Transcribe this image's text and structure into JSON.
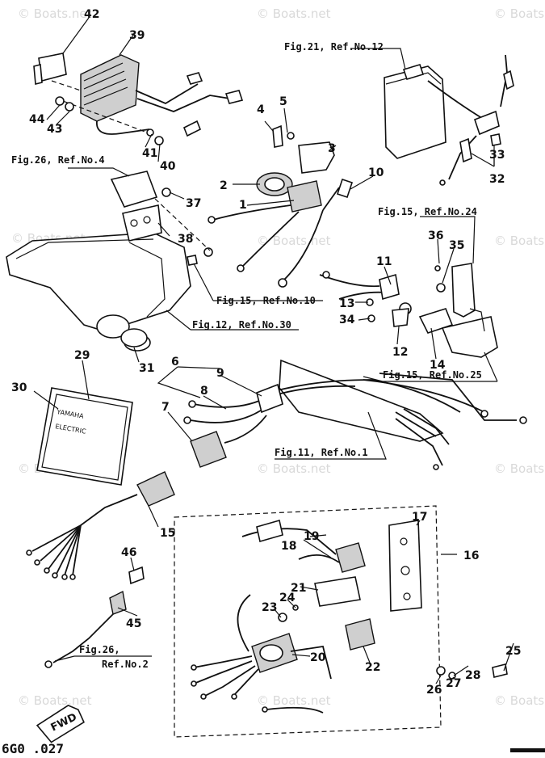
{
  "watermark": "© Boats.net",
  "part_numbers": [
    "1",
    "2",
    "3",
    "4",
    "5",
    "6",
    "7",
    "8",
    "9",
    "10",
    "11",
    "12",
    "13",
    "14",
    "15",
    "16",
    "17",
    "18",
    "19",
    "20",
    "21",
    "22",
    "23",
    "24",
    "25",
    "26",
    "27",
    "28",
    "29",
    "30",
    "31",
    "32",
    "33",
    "34",
    "35",
    "36",
    "37",
    "38",
    "39",
    "40",
    "41",
    "42",
    "43",
    "44",
    "45",
    "46"
  ],
  "references": {
    "fig21_ref12": "Fig.21, Ref.No.12",
    "fig26_ref4": "Fig.26, Ref.No.4",
    "fig15_ref24": "Fig.15, Ref.No.24",
    "fig15_ref10": "Fig.15, Ref.No.10",
    "fig12_ref30": "Fig.12, Ref.No.30",
    "fig15_ref25": "Fig.15, Ref.No.25",
    "fig11_ref1": "Fig.11, Ref.No.1",
    "fig26_line1": "Fig.26,",
    "fig26_line2": "Ref.No.2"
  },
  "box_labels": {
    "cover_brand": "YAMAHA",
    "cover_text": "ELECTRIC"
  },
  "fwd_label": "FWD",
  "diagram_code": "6G0 .027"
}
